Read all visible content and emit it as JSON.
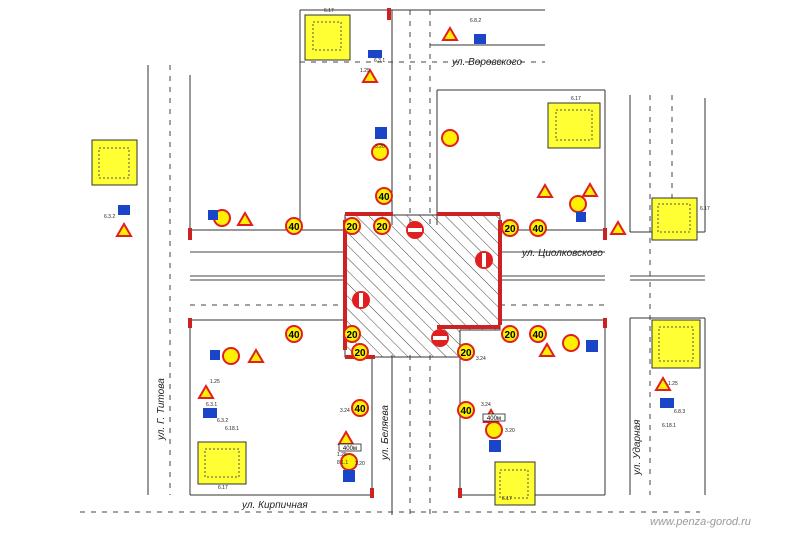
{
  "streets": {
    "vorovskogo": "ул. Воровского",
    "tsiolkovskogo": "ул. Циолковского",
    "titova": "ул. Г. Титова",
    "belyaeva": "ул. Беляева",
    "kirpichnaya": "ул. Кирпичная",
    "udarnaya": "ул. Ударная"
  },
  "watermark": "www.penza-gorod.ru",
  "speed_limits": {
    "v20": "20",
    "v40": "40"
  },
  "sign_codes": {
    "c125": "1.25",
    "c320": "3.20",
    "c324": "3.24",
    "c526": "5.26",
    "c631": "6.3.1",
    "c632": "6.3.2",
    "c682": "6.8.2",
    "c683": "6.8.3",
    "c6181": "6.18.1",
    "c811": "8.1.1",
    "c617": "6.17"
  },
  "distance_plates": {
    "d400": "400м"
  },
  "colors": {
    "road_line": "#333333",
    "curb_red": "#cc2222",
    "sign_red": "#e02020",
    "sign_yellow": "#fff000",
    "sign_blue": "#1a45c8",
    "detour_yellow": "#ffff33"
  }
}
